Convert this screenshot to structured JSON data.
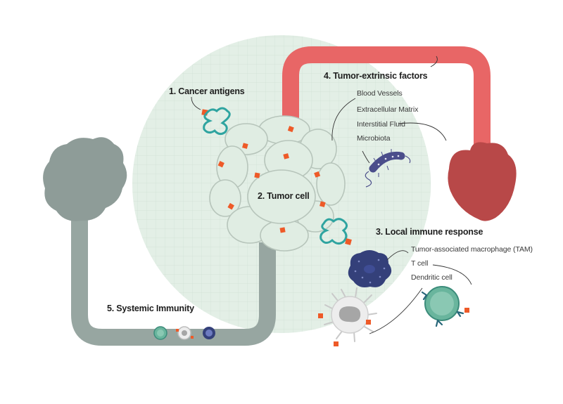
{
  "labels": {
    "cancer_antigens": "1. Cancer antigens",
    "tumor_cell": "2. Tumor cell",
    "local_immune": "3. Local immune response",
    "extrinsic": "4. Tumor-extrinsic factors",
    "systemic": "5. Systemic Immunity"
  },
  "extrinsic_items": [
    "Blood Vessels",
    "Extracellular Matrix",
    "Interstitial Fluid",
    "Microbiota"
  ],
  "immune_items": [
    "Tumor-associated macrophage (TAM)",
    "T cell",
    "Dendritic cell"
  ],
  "colors": {
    "background_circle": "#e3efe6",
    "tumor_fill": "#e0ede3",
    "tumor_stroke": "#b7c5bb",
    "antigen": "#ee5a28",
    "tube_red": "#e86666",
    "heart": "#b84848",
    "tube_gray": "#97a6a1",
    "brain": "#8e9c98",
    "receptor_teal": "#2fa4a0",
    "tam": "#34407a",
    "tcell": "#69b59d",
    "microbe": "#4b4e8b"
  }
}
